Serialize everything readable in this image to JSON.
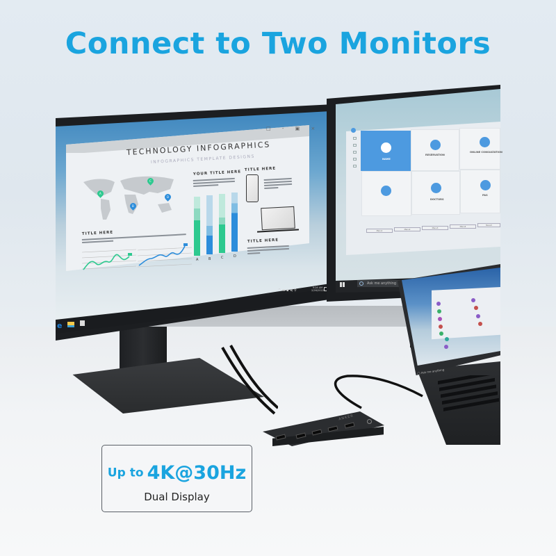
{
  "headline": "Connect to Two Monitors",
  "spec_card": {
    "prefix": "Up to",
    "resolution": "4K@30Hz",
    "subtitle": "Dual Display"
  },
  "left_monitor": {
    "window_controls": "□ - ▣ ×",
    "infographic": {
      "title": "TECHNOLOGY INFOGRAPHICS",
      "subtitle": "INFOGRAPHICS TEMPLATE DESIGNS",
      "section_your_title": "YOUR TITLE HERE",
      "section_title_1": "TITLE HERE",
      "section_title_2": "TITLE HERE",
      "section_title_3": "TITLE HERE",
      "map_pins": [
        "A",
        "B",
        "C",
        "D"
      ],
      "bar_labels": [
        "A",
        "B",
        "C",
        "D"
      ]
    },
    "taskbar": {
      "time": "9:28 AM",
      "date": "2/26/2022"
    }
  },
  "right_monitor": {
    "tiles": [
      "NAME",
      "RESERVATION",
      "ONLINE CONSULTATION",
      "",
      "DOCTORS",
      "PAS"
    ],
    "menu_buttons": [
      "Menu1",
      "Menu2",
      "Menu3",
      "Menu4",
      "Menu5"
    ],
    "taskbar_search_placeholder": "Ask me anything"
  },
  "laptop": {
    "search_placeholder": "Ask me anything",
    "contacts_count": 7
  },
  "hub": {
    "brand": "ANKER"
  },
  "colors": {
    "accent": "#1aa4df",
    "tile_active": "#4d9ae0",
    "chart_green": "#2dc98f",
    "chart_blue": "#2c8ddb"
  }
}
